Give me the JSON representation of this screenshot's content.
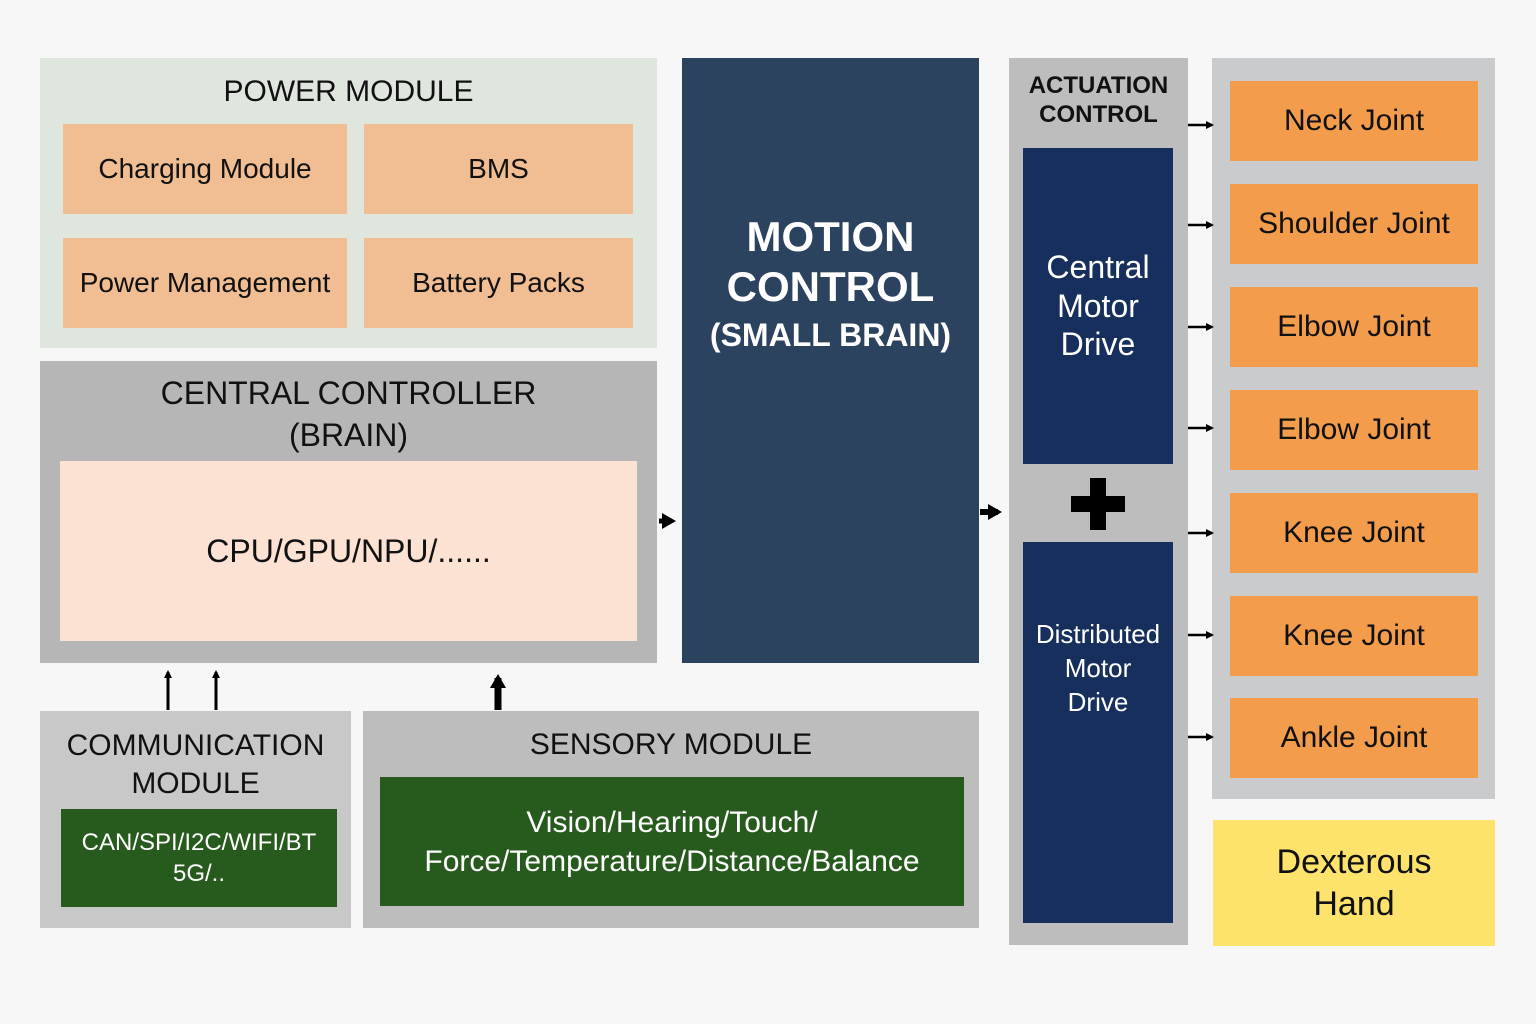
{
  "power_module": {
    "title": "POWER MODULE",
    "items": [
      "Charging Module",
      "BMS",
      "Power Management",
      "Battery Packs"
    ]
  },
  "central_controller": {
    "title_line1": "CENTRAL CONTROLLER",
    "title_line2": "(BRAIN)",
    "processors": "CPU/GPU/NPU/......"
  },
  "motion_control": {
    "line1": "MOTION",
    "line2": "CONTROL",
    "line3": "(SMALL BRAIN)"
  },
  "communication_module": {
    "title_line1": "COMMUNICATION",
    "title_line2": "MODULE",
    "protocols_line1": "CAN/SPI/I2C/WIFI/BT",
    "protocols_line2": "5G/.."
  },
  "sensory_module": {
    "title": "SENSORY MODULE",
    "senses_line1": "Vision/Hearing/Touch/",
    "senses_line2": "Force/Temperature/Distance/Balance"
  },
  "actuation_control": {
    "title_line1": "ACTUATION",
    "title_line2": "CONTROL",
    "central_drive": [
      "Central",
      "Motor",
      "Drive"
    ],
    "distributed_drive": [
      "Distributed",
      "Motor",
      "Drive"
    ],
    "combine_symbol": "plus-icon"
  },
  "joints": [
    "Neck Joint",
    "Shoulder Joint",
    "Elbow Joint",
    "Elbow Joint",
    "Knee Joint",
    "Knee Joint",
    "Ankle Joint"
  ],
  "dexterous_hand": {
    "line1": "Dexterous",
    "line2": "Hand"
  },
  "colors": {
    "power_bg": "#dfe6de",
    "power_item": "#f0be92",
    "controller_bg": "#b6b6b6",
    "cpu_bg": "#fbe2d2",
    "motion_bg": "#2c4360",
    "module_green": "#275a1d",
    "drive_navy": "#172f5c",
    "joint_orange": "#f29c4c",
    "hand_yellow": "#fde26c"
  }
}
